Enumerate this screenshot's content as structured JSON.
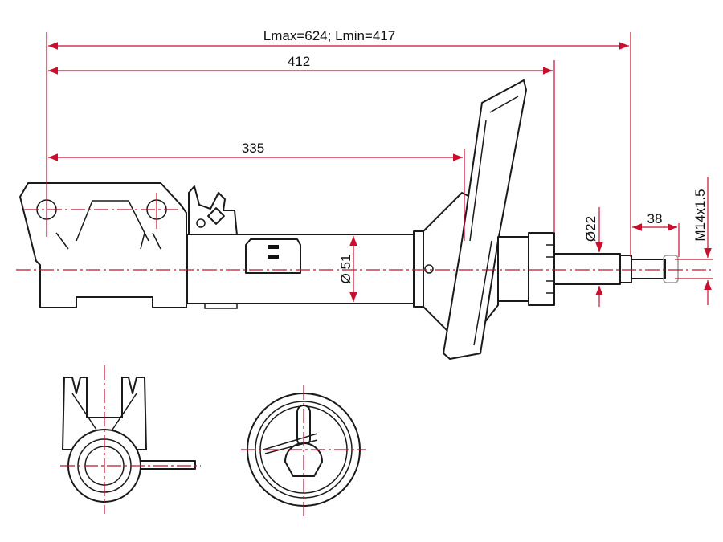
{
  "drawing": {
    "dimensions": {
      "overall_length": "Lmax=624;    Lmin=417",
      "length_412": "412",
      "length_335": "335",
      "body_diameter": "Ø 51",
      "rod_diameter": "Ø22",
      "thread_length": "38",
      "thread_spec": "M14x1.5"
    }
  },
  "colors": {
    "dimension": "#c8102e",
    "outline": "#1a1a1a"
  }
}
